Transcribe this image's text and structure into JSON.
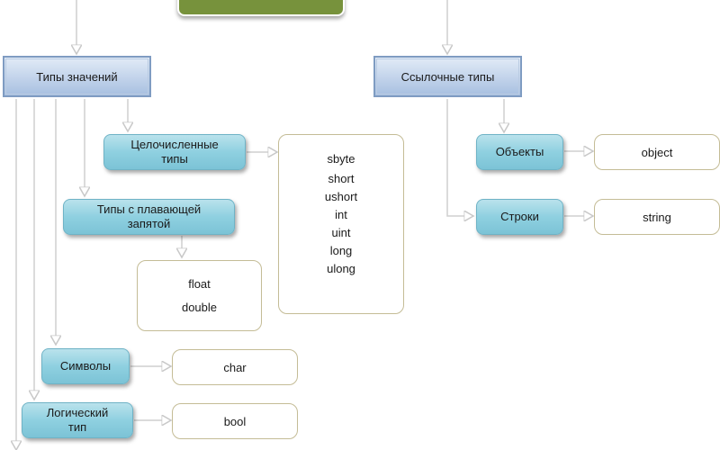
{
  "diagram": {
    "root": {
      "label": ""
    },
    "categories": {
      "value_types": "Типы значений",
      "reference_types": "Ссылочные типы"
    },
    "subtypes": {
      "integer": "Целочисленные\nтипы",
      "floating": "Типы с плавающей\nзапятой",
      "chars": "Символы",
      "logical": "Логический\nтип",
      "objects": "Объекты",
      "strings": "Строки"
    },
    "values": {
      "integer": [
        "sbyte",
        "short",
        "ushort",
        "int",
        "uint",
        "long",
        "ulong"
      ],
      "floating": [
        "float",
        "double"
      ],
      "chars": "char",
      "logical": "bool",
      "objects": "object",
      "strings": "string"
    },
    "colors": {
      "root_fill": "#77923c",
      "category_fill": "#b8cbe6",
      "subtype_fill": "#8fd0e0",
      "value_border": "#c4bc96",
      "connector": "#c8c8c8"
    }
  }
}
